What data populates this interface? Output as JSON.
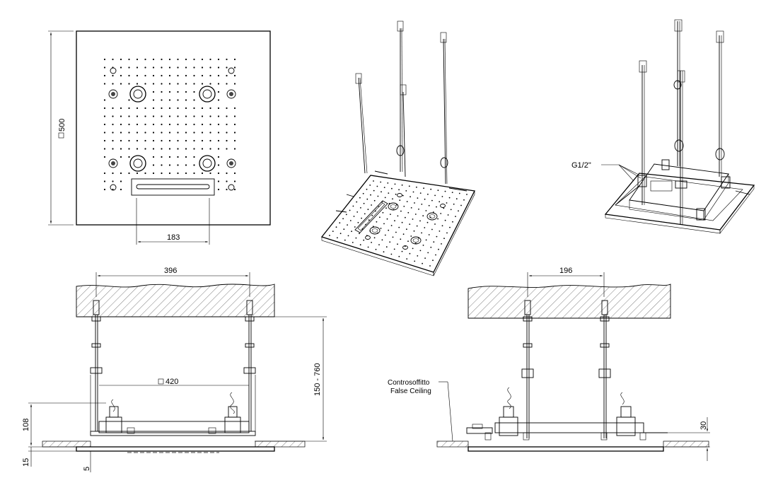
{
  "dimensions": {
    "top_square": "500",
    "blade_width": "183",
    "anchor_spacing_left": "396",
    "anchor_spacing_right": "196",
    "drop_range": "150 - 760",
    "frame_square": "420",
    "recess_depth": "108",
    "plate_thickness": "15",
    "gap": "5",
    "offset_right": "30"
  },
  "labels": {
    "connection": "G1/2\"",
    "ceiling_it": "Controsoffitto",
    "ceiling_en": "False Ceiling"
  }
}
